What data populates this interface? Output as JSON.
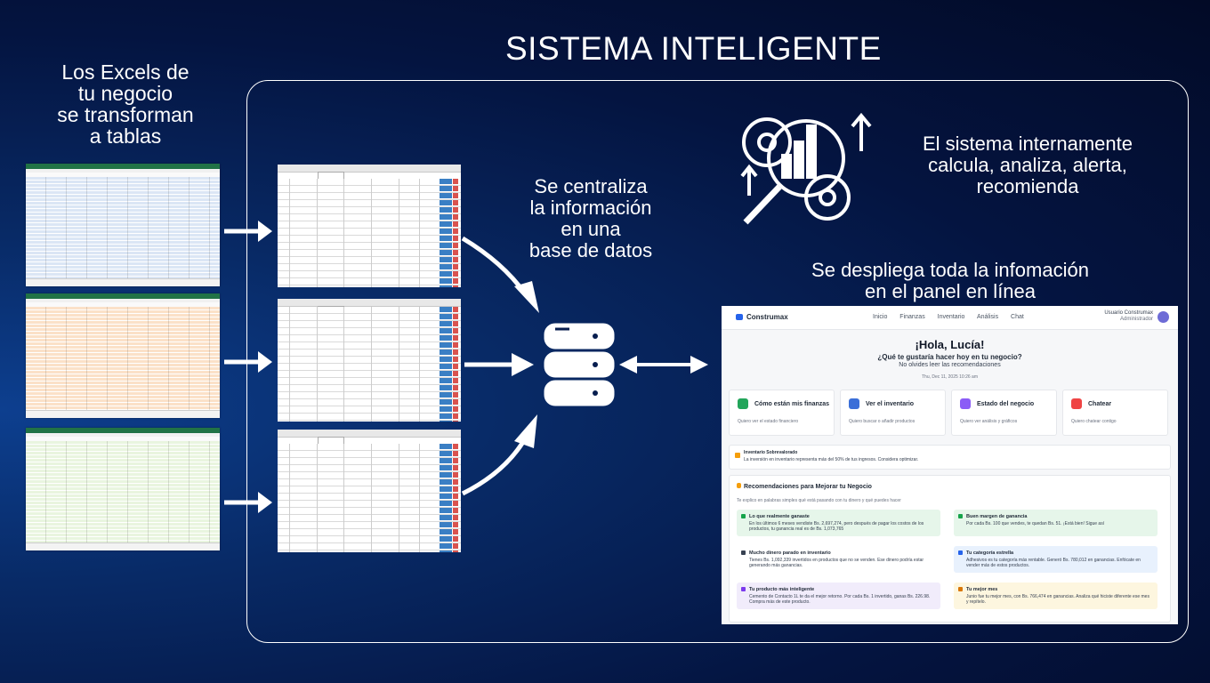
{
  "title": "SISTEMA INTELIGENTE",
  "left_caption": [
    "Los Excels de",
    "tu negocio",
    "se transforman",
    "a tablas"
  ],
  "centralize_caption": [
    "Se centraliza",
    "la información",
    "en una",
    "base de datos"
  ],
  "system_caption": [
    "El sistema internamente",
    "calcula, analiza, alerta,",
    "recomienda"
  ],
  "panel_caption": [
    "Se despliega toda la infomación",
    "en el panel en línea"
  ],
  "colors": {
    "excel_blue": "#dbe6f5",
    "excel_orange": "#fbe1c8",
    "excel_green": "#e9f5df",
    "ribbon": "#217346"
  },
  "icons": [
    "database-icon",
    "analytics-gears-icon",
    "arrow-right-icon",
    "double-arrow-icon",
    "curved-arrow-icon"
  ],
  "dashboard": {
    "brand": "Construmax",
    "nav": [
      "Inicio",
      "Finanzas",
      "Inventario",
      "Análisis",
      "Chat"
    ],
    "user_name": "Usuario Construmax",
    "user_role": "Administrador",
    "greeting": "¡Hola, Lucía!",
    "question": "¿Qué te gustaría hacer hoy en tu negocio?",
    "reminder": "No olvides leer las recomendaciones",
    "date": "Thu, Dec 11, 2025 10:26 am",
    "cards": [
      {
        "title": "Cómo están mis finanzas",
        "desc": "Quiero ver el estado financiero"
      },
      {
        "title": "Ver el inventario",
        "desc": "Quiero buscar o añadir productos"
      },
      {
        "title": "Estado del negocio",
        "desc": "Quiero ver análisis y gráficos"
      },
      {
        "title": "Chatear",
        "desc": "Quiero chatear contigo"
      }
    ],
    "alert_title": "Inventario Sobrevalorado",
    "alert_text": "La inversión en inventario representa más del 50% de tus ingresos. Considera optimizar.",
    "rec_title": "Recomendaciones para Mejorar tu Negocio",
    "rec_subtitle": "Te explico en palabras simples qué está pasando con tu dinero y qué puedes hacer",
    "recs": [
      {
        "title": "Lo que realmente ganaste",
        "text": "En los últimos 6 meses vendiste Bs. 2,697,274, pero después de pagar los costos de los productos, tu ganancia real es de Bs. 1,073,765"
      },
      {
        "title": "Buen margen de ganancia",
        "text": "Por cada Bs. 100 que vendes, te quedan Bs. 51. ¡Está bien! Sigue así"
      },
      {
        "title": "Mucho dinero parado en inventario",
        "text": "Tienes Bs. 1,092,339 invertidos en productos que no se venden. Ese dinero podría estar generando más ganancias."
      },
      {
        "title": "Tu categoría estrella",
        "text": "Adhesivos es tu categoría más rentable. Generó Bs. 780,012 en ganancias. Enfócate en vender más de estos productos."
      },
      {
        "title": "Tu producto más inteligente",
        "text": "Cemento de Contacto 1L te da el mejor retorno. Por cada Bs. 1 invertido, ganas Bs. 226.98. Compra más de este producto."
      },
      {
        "title": "Tu mejor mes",
        "text": "Junio fue tu mejor mes, con Bs. 766,474 en ganancias. Analiza qué hiciste diferente ese mes y repítelo."
      }
    ]
  }
}
